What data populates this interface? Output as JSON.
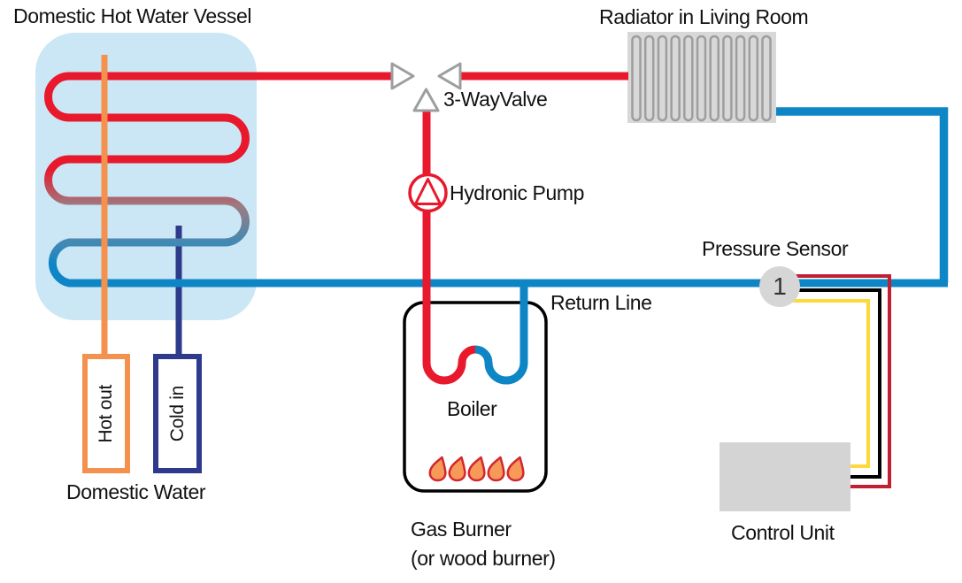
{
  "diagram": {
    "vessel": {
      "title": "Domestic Hot Water Vessel",
      "hot_out_label": "Hot out",
      "cold_in_label": "Cold in",
      "domestic_water_label": "Domestic Water"
    },
    "radiator": {
      "title": "Radiator in Living Room"
    },
    "valve": {
      "label": "3-WayValve"
    },
    "pump": {
      "label": "Hydronic Pump"
    },
    "return_line": {
      "label": "Return Line"
    },
    "pressure_sensor": {
      "label": "Pressure Sensor",
      "number": "1"
    },
    "boiler": {
      "label": "Boiler",
      "burner_label_line1": "Gas Burner",
      "burner_label_line2": "(or wood burner)"
    },
    "control_unit": {
      "label": "Control Unit"
    },
    "colors": {
      "hot_pipe": "#e8192c",
      "cold_pipe": "#0e86c6",
      "coil_mid": "#9c7b82",
      "coil_cool_mix": "#4189b4",
      "vessel_fill": "#cbe6f4",
      "hot_out_pipe": "#f5914f",
      "cold_in_pipe": "#2e3a8c",
      "radiator_fill": "#d8d8d8",
      "radiator_tube": "#9e9e9e",
      "valve_stroke": "#9c9ea0",
      "boiler_stroke": "#000000",
      "flame_fill": "#f79a59",
      "flame_stroke": "#d22730",
      "wire_red": "#c0202f",
      "wire_black": "#000000",
      "wire_yellow": "#ffd83a",
      "control_fill": "#d4d4d4"
    }
  }
}
